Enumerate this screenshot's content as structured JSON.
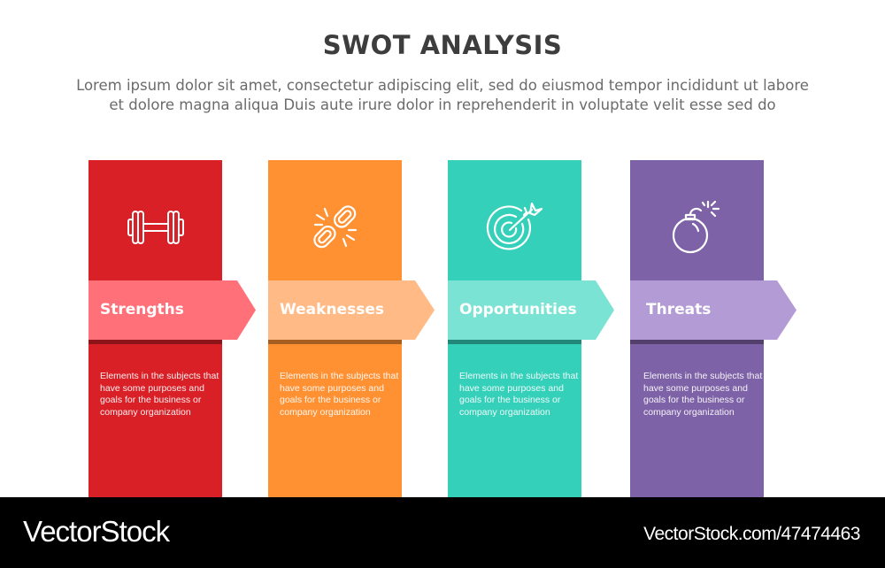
{
  "header": {
    "title": "SWOT ANALYSIS",
    "subtitle_lines": [
      "Lorem ipsum dolor sit amet, consectetur adipiscing elit, sed do eiusmod tempor incididunt ut labore",
      "et dolore magna aliqua Duis aute irure dolor in reprehenderit in voluptate velit esse sed do"
    ]
  },
  "columns": [
    {
      "label": "Strengths",
      "icon": "dumbbell-icon",
      "color": "#d92027",
      "arrow_color": "#ff7079",
      "description": "Elements in the subjects that have some purposes and goals for the business or company organization"
    },
    {
      "label": "Weaknesses",
      "icon": "broken-chain-icon",
      "color": "#ff9133",
      "arrow_color": "#ffba85",
      "description": "Elements in the subjects that have some purposes and goals for the business or company organization"
    },
    {
      "label": "Opportunities",
      "icon": "target-arrow-icon",
      "color": "#35d0ba",
      "arrow_color": "#7ae3d3",
      "description": "Elements in the subjects that have some purposes and goals for the business or company organization"
    },
    {
      "label": "Threats",
      "icon": "bomb-icon",
      "color": "#7e62a7",
      "arrow_color": "#b39bd6",
      "description": "Elements in the subjects that have some purposes and goals for the business or company organization"
    }
  ],
  "footer": {
    "brand": "VectorStock",
    "reference": "VectorStock.com/47474463"
  }
}
